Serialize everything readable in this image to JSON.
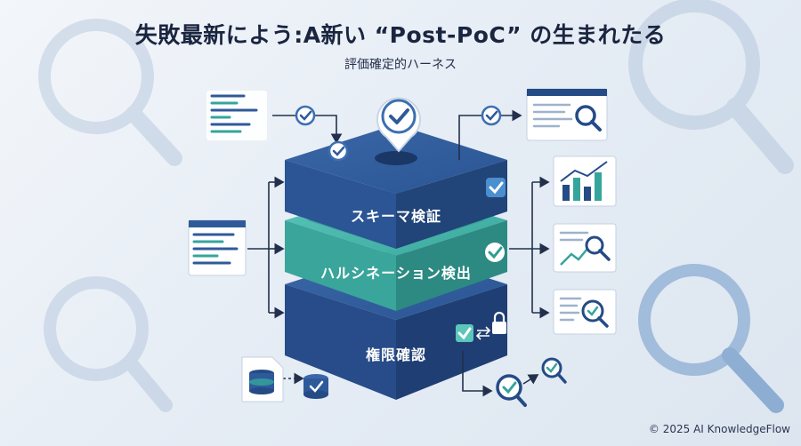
{
  "title": "失敗最新によう:A新い “Post-PoC” の生まれたる",
  "subtitle": "評価確定的ハーネス",
  "layers": [
    {
      "label": "スキーマ検証",
      "color": "#2f5a9a"
    },
    {
      "label": "ハルシネーション検出",
      "color": "#34a39b"
    },
    {
      "label": "権限確認",
      "color": "#294f8e"
    }
  ],
  "copyright": "© 2025 AI KnowledgeFlow",
  "colors": {
    "navy": "#254b87",
    "teal": "#35a59c",
    "check": "#3c6fb0",
    "bgMag": "#9db4d2"
  }
}
